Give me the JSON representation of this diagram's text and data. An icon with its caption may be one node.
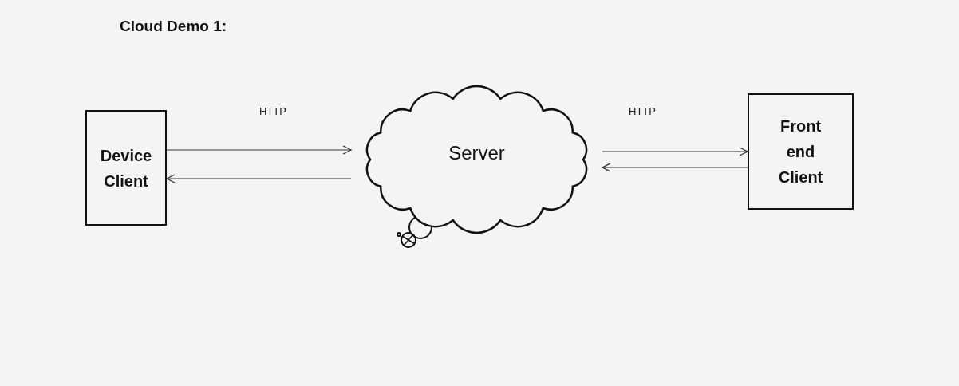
{
  "diagram": {
    "title": "Cloud Demo 1:",
    "nodes": [
      {
        "text": [
          "Device Client"
        ]
      },
      {
        "text": [
          "Server"
        ]
      },
      {
        "text": [
          "Front end Client"
        ]
      }
    ],
    "edges": [
      {
        "from": 0,
        "to": 1,
        "arrow": "to",
        "label": "HTTP"
      },
      {
        "from": 1,
        "to": 0,
        "arrow": "to"
      },
      {
        "from": 1,
        "to": 2,
        "arrow": "to",
        "label": "HTTP"
      },
      {
        "from": 2,
        "to": 1,
        "arrow": "to"
      }
    ]
  }
}
